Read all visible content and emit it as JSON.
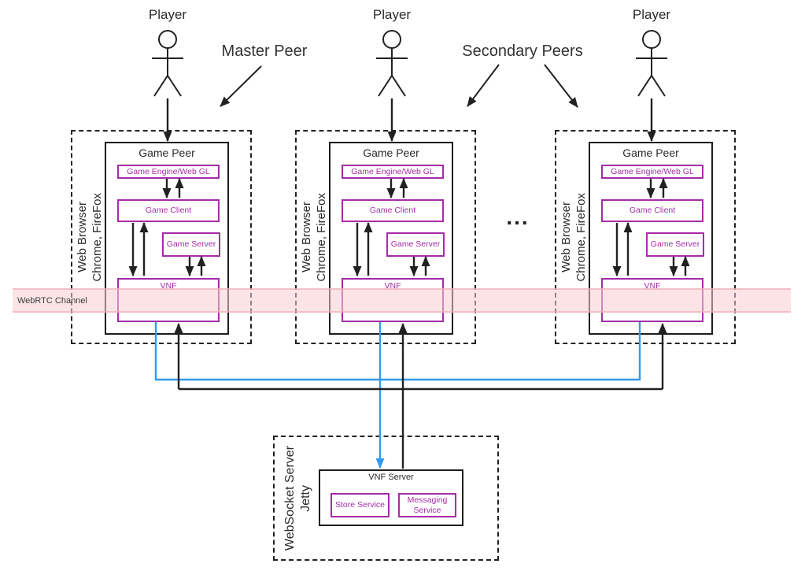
{
  "players": [
    "Player",
    "Player",
    "Player"
  ],
  "annotations": {
    "master_peer": "Master Peer",
    "secondary_peers": "Secondary Peers",
    "ellipsis": "...",
    "webrtc_channel": "WebRTC Channel"
  },
  "peer": {
    "browser_label_line1": "Web Browser",
    "browser_label_line2": "Chrome, FireFox",
    "title": "Game Peer",
    "components": {
      "engine": "Game Engine/Web GL",
      "client": "Game Client",
      "server": "Game Server",
      "vnf": "VNF"
    }
  },
  "websocket_server": {
    "label_line1": "WebSocket Server",
    "label_line2": "Jetty",
    "title": "VNF Server",
    "components": {
      "store": "Store Service",
      "messaging": "Messaging Service"
    }
  },
  "colors": {
    "component_magenta": "#A62CA9",
    "link_blue": "#2F9BF1",
    "line_black": "#212121",
    "band_fill": "rgba(249,205,210,0.55)",
    "band_border": "rgba(241,169,178,0.65)"
  }
}
